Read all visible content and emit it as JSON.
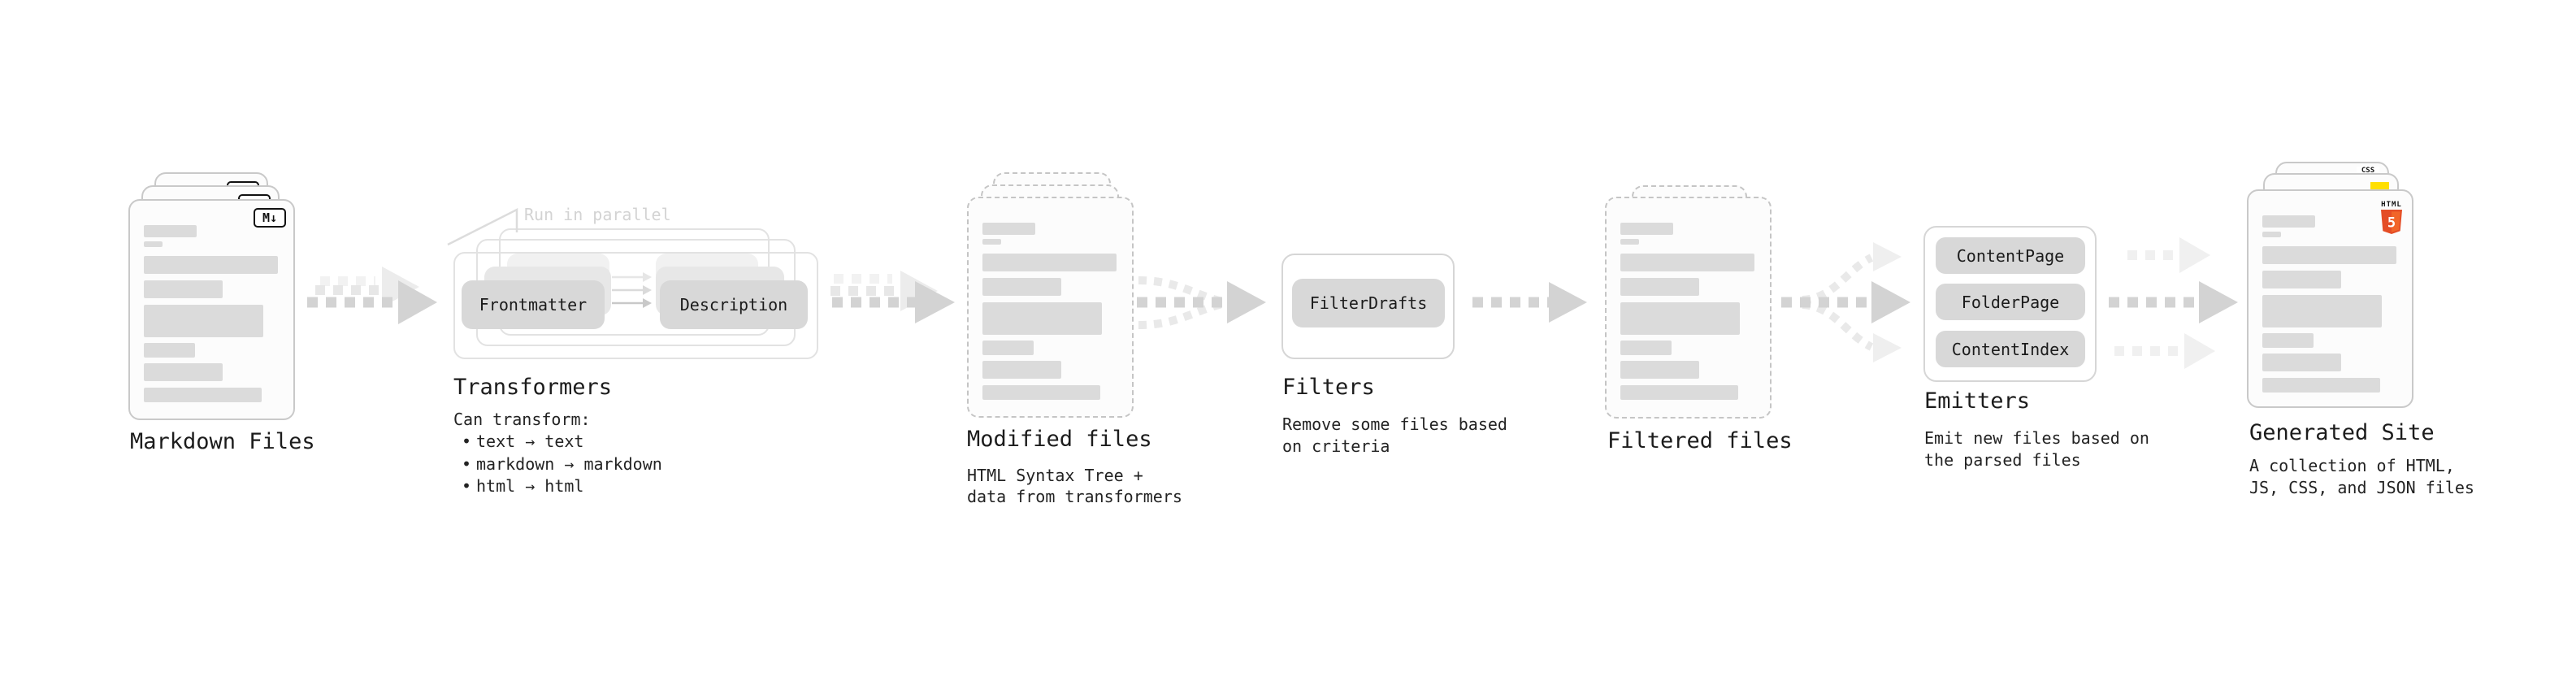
{
  "diagram": {
    "markdown": {
      "label": "Markdown Files",
      "badge": "M↓"
    },
    "transformers": {
      "note": "Run in parallel",
      "pills": [
        "Frontmatter",
        "Description"
      ],
      "label": "Transformers",
      "caption": "Can transform:",
      "bullet_glyph": "•",
      "bullets": [
        "text → text",
        "markdown → markdown",
        "html → html"
      ]
    },
    "modified": {
      "label": "Modified files",
      "caption_line1": "HTML Syntax Tree +",
      "caption_line2": "data from transformers"
    },
    "filters": {
      "pill": "FilterDrafts",
      "label": "Filters",
      "caption_line1": "Remove some files based",
      "caption_line2": "on criteria"
    },
    "filtered": {
      "label": "Filtered files"
    },
    "emitters": {
      "pills": [
        "ContentPage",
        "FolderPage",
        "ContentIndex"
      ],
      "label": "Emitters",
      "caption_line1": "Emit new files based on",
      "caption_line2": "the parsed files"
    },
    "generated": {
      "label": "Generated Site",
      "caption_line1": "A collection of HTML,",
      "caption_line2": "JS, CSS, and JSON files",
      "css_badge": "CSS",
      "html5_word": "HTML",
      "html5_number": "5"
    }
  },
  "colors": {
    "html5_orange": "#e44d26",
    "html5_orange_light": "#f16529",
    "js_yellow": "#ffdf00",
    "css_blue": "#2761e7",
    "arrow_gray": "#d3d3d3",
    "arrow_gray_light": "#e7e7e7",
    "card_border": "#c9c9c9",
    "pill_gray": "#d8d8d8"
  }
}
